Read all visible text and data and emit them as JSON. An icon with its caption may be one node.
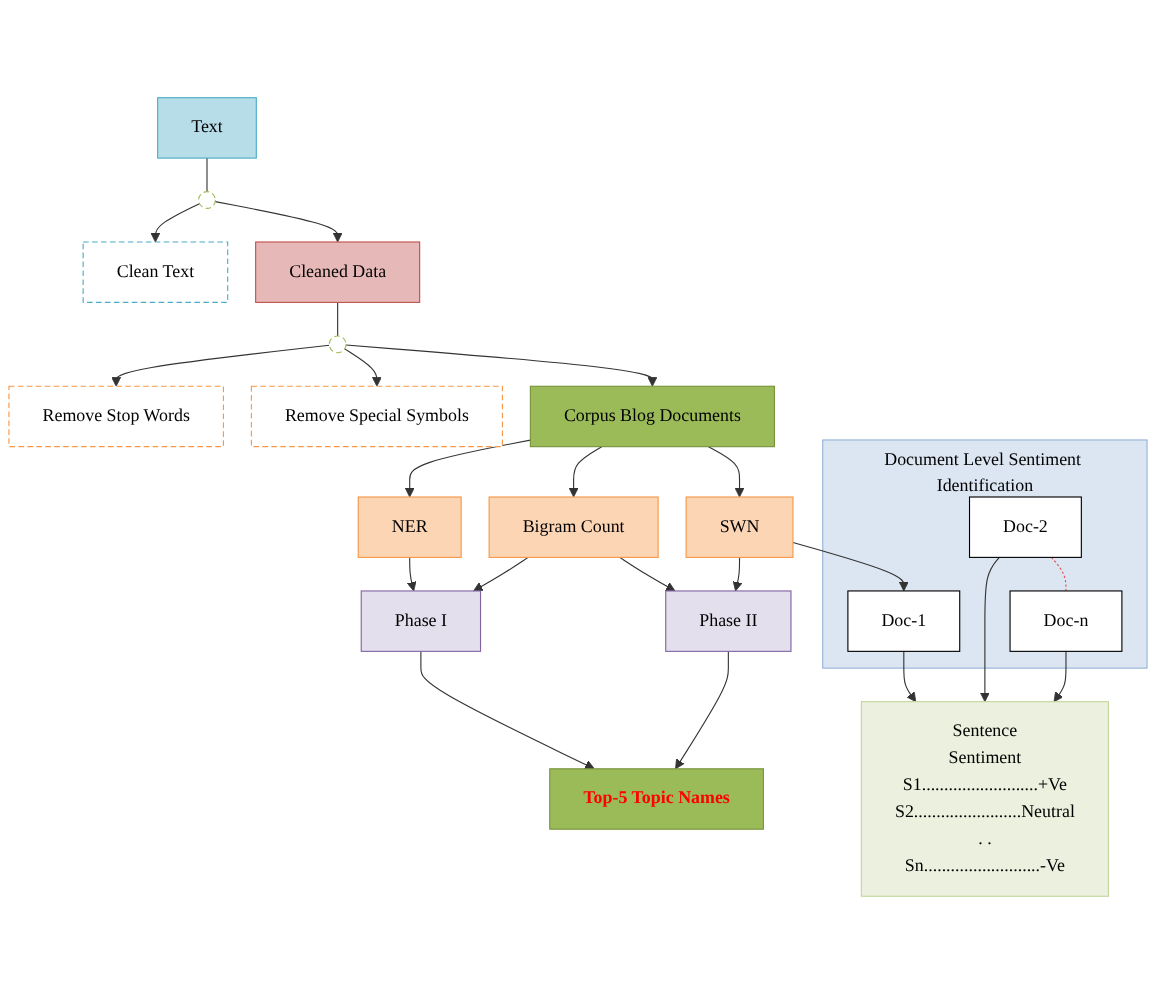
{
  "diagram": {
    "nodes": [
      {
        "text": [
          "Clean Text"
        ]
      },
      {
        "text": [
          "Text"
        ]
      },
      {
        "text": [],
        "shape": "circle"
      },
      {
        "text": [
          "Cleaned Data"
        ]
      },
      {
        "text": [
          "Remove Stop Words"
        ]
      },
      {
        "text": [],
        "shape": "circle"
      },
      {
        "text": [
          "Remove Special Symbols"
        ]
      },
      {
        "text": [
          "Corpus Blog Documents"
        ]
      },
      {
        "text": [
          "NER"
        ]
      },
      {
        "text": [
          "Bigram Count"
        ]
      },
      {
        "text": [
          "SWN"
        ]
      },
      {
        "text": [
          "Phase I"
        ]
      },
      {
        "text": [
          "Phase II"
        ]
      },
      {
        "text": [
          "Top-5 Topic Names"
        ]
      },
      {
        "text": [
          "Document Level Sentiment Identification"
        ]
      },
      {
        "text": [
          "Doc-1"
        ],
        "in": 14
      },
      {
        "text": [
          "Doc-2"
        ],
        "in": 14
      },
      {
        "text": [
          "Doc-n"
        ],
        "in": 14
      },
      {
        "text": [
          "Sentence",
          "Sentiment",
          "S1..........................+Ve",
          "S2........................Neutral",
          ". .",
          "Sn..........................-Ve"
        ]
      }
    ],
    "edges": [
      {
        "from": 1,
        "to": 2,
        "arrow": "none"
      },
      {
        "from": 2,
        "to": 3,
        "arrow": "to"
      },
      {
        "from": 2,
        "to": 0,
        "arrow": "to"
      },
      {
        "from": 3,
        "to": 5,
        "arrow": "none"
      },
      {
        "from": 5,
        "to": 4,
        "arrow": "to"
      },
      {
        "from": 5,
        "to": 6,
        "arrow": "to"
      },
      {
        "from": 5,
        "to": 7,
        "arrow": "to"
      },
      {
        "from": 7,
        "to": 8,
        "arrow": "to"
      },
      {
        "from": 7,
        "to": 9,
        "arrow": "to"
      },
      {
        "from": 7,
        "to": 10,
        "arrow": "to"
      },
      {
        "from": 8,
        "to": 11,
        "arrow": "to"
      },
      {
        "from": 9,
        "to": 11,
        "arrow": "to"
      },
      {
        "from": 9,
        "to": 12,
        "arrow": "to"
      },
      {
        "from": 10,
        "to": 12,
        "arrow": "to"
      },
      {
        "from": 11,
        "to": 13,
        "arrow": "to"
      },
      {
        "from": 12,
        "to": 13,
        "arrow": "to"
      },
      {
        "from": 10,
        "to": 15,
        "arrow": "to"
      },
      {
        "from": 16,
        "to": 17,
        "arrow": "none",
        "style": "dashed",
        "color": "#e05050"
      },
      {
        "from": 15,
        "to": 18,
        "arrow": "to"
      },
      {
        "from": 16,
        "to": 18,
        "arrow": "to"
      },
      {
        "from": 17,
        "to": 18,
        "arrow": "to"
      }
    ]
  }
}
